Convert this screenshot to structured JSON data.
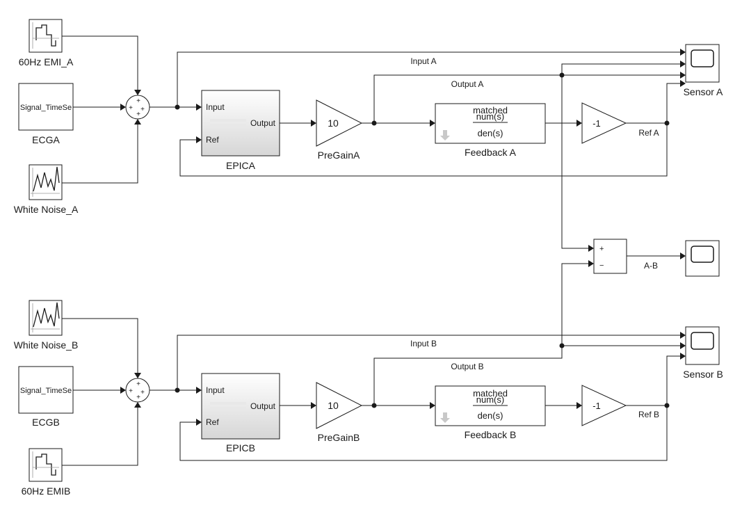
{
  "blocks": {
    "emi_a": "60Hz EMI_A",
    "ecg_a": "ECGA",
    "ecg_a_content": "Signal_TimeSe",
    "noise_a": "White Noise_A",
    "epic_a": "EPICA",
    "gain_a": "PreGainA",
    "gain_a_value": "10",
    "fb_a": "Feedback A",
    "neg_a_value": "-1",
    "sensor_a": "Sensor A",
    "noise_b": "White Noise_B",
    "ecg_b": "ECGB",
    "ecg_b_content": "Signal_TimeSe",
    "emi_b": "60Hz EMIB",
    "epic_b": "EPICB",
    "gain_b": "PreGainB",
    "gain_b_value": "10",
    "fb_b": "Feedback B",
    "neg_b_value": "-1",
    "sensor_b": "Sensor B"
  },
  "epic": {
    "input": "Input",
    "output": "Output",
    "ref": "Ref"
  },
  "tf": {
    "matched": "matched",
    "num": "num(s)",
    "den": "den(s)"
  },
  "sum_signs": {
    "plus": "+",
    "minus": "−"
  },
  "signals": {
    "input_a": "Input A",
    "output_a": "Output A",
    "ref_a": "Ref A",
    "input_b": "Input B",
    "output_b": "Output B",
    "ref_b": "Ref B",
    "a_minus_b": "A-B"
  }
}
